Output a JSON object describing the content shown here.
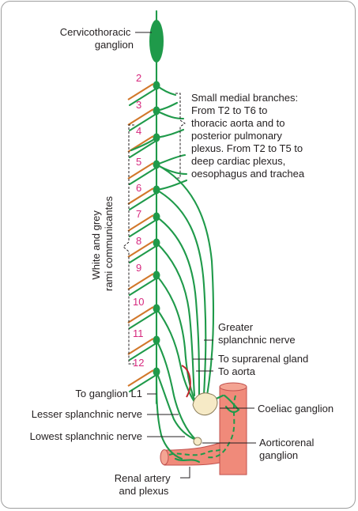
{
  "segments": [
    "2",
    "3",
    "4",
    "5",
    "6",
    "7",
    "8",
    "9",
    "10",
    "11",
    "12"
  ],
  "labels": {
    "cervicothoracic": [
      "Cervicothoracic",
      "ganglion"
    ],
    "medial_branches": [
      "Small medial branches:",
      "From T2 to T6 to",
      "thoracic aorta and to",
      "posterior pulmonary",
      "plexus. From T2 to T5 to",
      "deep cardiac plexus,",
      "oesophagus and trachea"
    ],
    "rami": [
      "White and grey",
      "rami communicantes"
    ],
    "greater_splanchnic": [
      "Greater",
      "splanchnic nerve"
    ],
    "suprarenal": "To suprarenal gland",
    "to_aorta": "To aorta",
    "ganglion_l1": "To ganglion L1",
    "coeliac": "Coeliac ganglion",
    "lesser_splanchnic": "Lesser splanchnic nerve",
    "lowest_splanchnic": "Lowest splanchnic nerve",
    "aorticorenal": [
      "Aorticorenal",
      "ganglion"
    ],
    "renal": [
      "Renal artery",
      "and plexus"
    ]
  },
  "colors": {
    "nerve": "#1f9a4a",
    "ramus": "#d2782b",
    "segment_number": "#d6287e",
    "artery": "#f08a7a",
    "ganglion_fill": "#f6eac6"
  }
}
